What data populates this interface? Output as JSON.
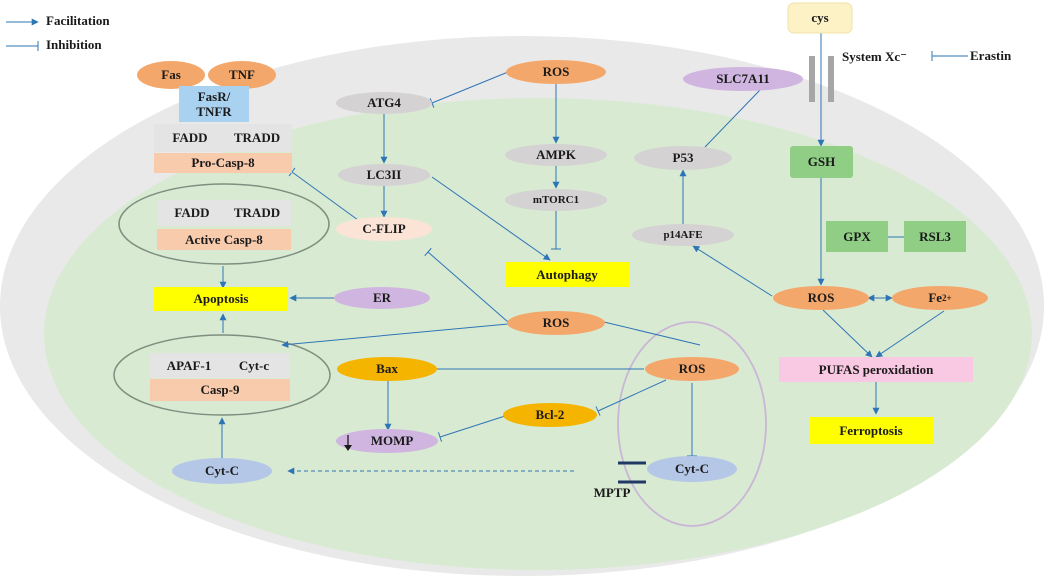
{
  "legend": {
    "facilitation": "Facilitation",
    "inhibition": "Inhibition"
  },
  "colors": {
    "arrow": "#2e75b6",
    "outer_cell": "#e9e9e9",
    "inner_cell": "#d9ead3",
    "salmon": "#f4a76b",
    "grey_node": "#d4d2d2",
    "purple_node": "#cfb5e0",
    "blue_node": "#b4c7e7",
    "green_box": "#8fce84",
    "yellow_box": "#ffff00",
    "orange_node": "#f5b400",
    "pink_box": "#f9c8e3",
    "peach_box": "#f8cbad",
    "light_blue_box": "#a9d1f0",
    "cys_box": "#fdf2c6",
    "cflip": "#fbe3d6"
  },
  "nodes": {
    "fas": "Fas",
    "tnf": "TNF",
    "fasr": "FasR/\nTNFR",
    "fadd_top": "FADD",
    "tradd_top": "TRADD",
    "pro_casp8": "Pro-Casp-8",
    "fadd_bottom": "FADD",
    "tradd_bottom": "TRADD",
    "active_casp8": "Active Casp-8",
    "apoptosis": "Apoptosis",
    "er": "ER",
    "apaf1": "APAF-1",
    "cytc_complex": "Cyt-c",
    "casp9": "Casp-9",
    "cytc_left": "Cyt-C",
    "bax": "Bax",
    "momp": "MOMP",
    "bcl2": "Bcl-2",
    "ros_mito": "ROS",
    "cytc_mito": "Cyt-C",
    "mptp": "MPTP",
    "atg4": "ATG4",
    "lc3ii": "LC3II",
    "cflip": "C-FLIP",
    "ros_top": "ROS",
    "ampk": "AMPK",
    "mtorc1": "mTORC1",
    "autophagy": "Autophagy",
    "ros_center": "ROS",
    "slc7a11": "SLC7A11",
    "p53": "P53",
    "p14afe": "p14AFE",
    "cys": "cys",
    "system_xc": "System Xc⁻",
    "erastin": "Erastin",
    "gsh": "GSH",
    "gpx": "GPX",
    "rsl3": "RSL3",
    "ros_right": "ROS",
    "fe_base": "Fe",
    "fe_sup": "2+",
    "pufas": "PUFAS peroxidation",
    "ferroptosis": "Ferroptosis"
  }
}
